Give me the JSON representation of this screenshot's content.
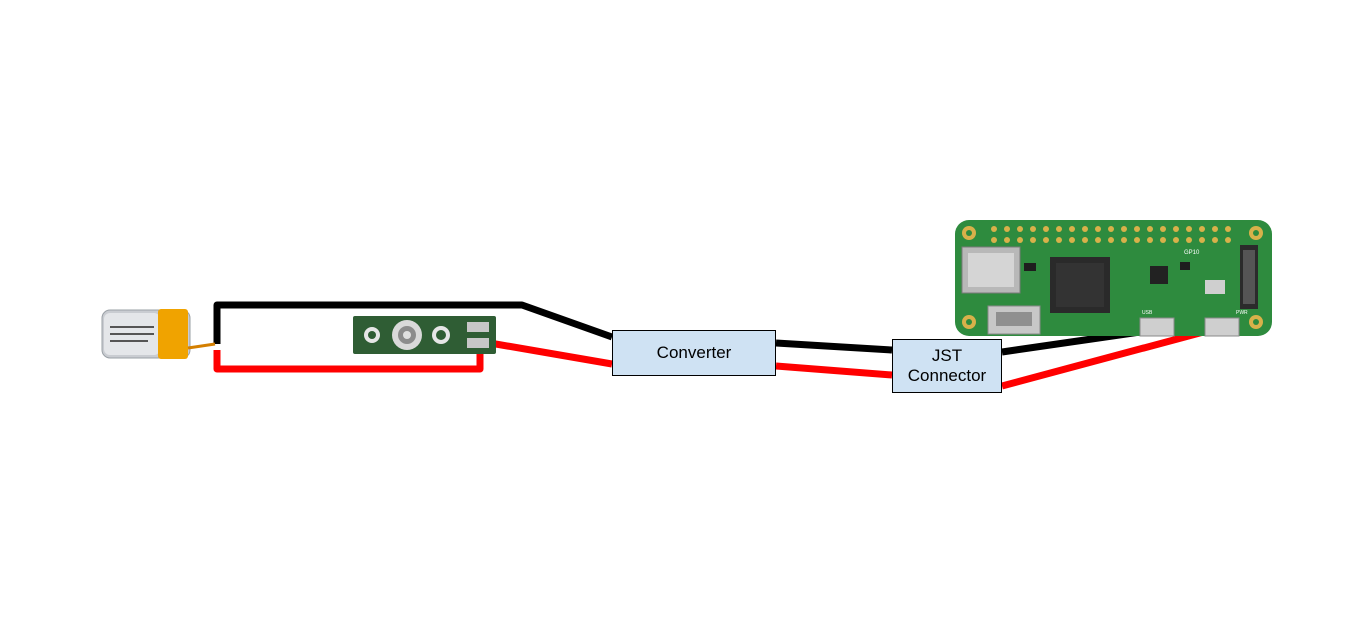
{
  "components": {
    "battery": {
      "icon": "lipo-battery-icon",
      "colors": {
        "body": "#cfd2d6",
        "label": "#f0a300"
      }
    },
    "switch": {
      "icon": "switch-board-icon",
      "colors": {
        "pcb": "#2f5d34"
      }
    },
    "converter": {
      "label": "Converter",
      "fill": "#cfe2f3"
    },
    "jst_connector": {
      "label": "JST\nConnector",
      "fill": "#cfe2f3"
    },
    "raspberry_pi": {
      "icon": "raspberry-pi-zero-icon",
      "silkscreen": [
        "GP10",
        "PWR",
        "USB"
      ],
      "colors": {
        "pcb": "#2e8b3e",
        "chip": "#2a2a2a",
        "pads": "#d8b14a"
      }
    }
  },
  "wires": {
    "negative_color": "#000000",
    "positive_color": "#ff0000"
  }
}
